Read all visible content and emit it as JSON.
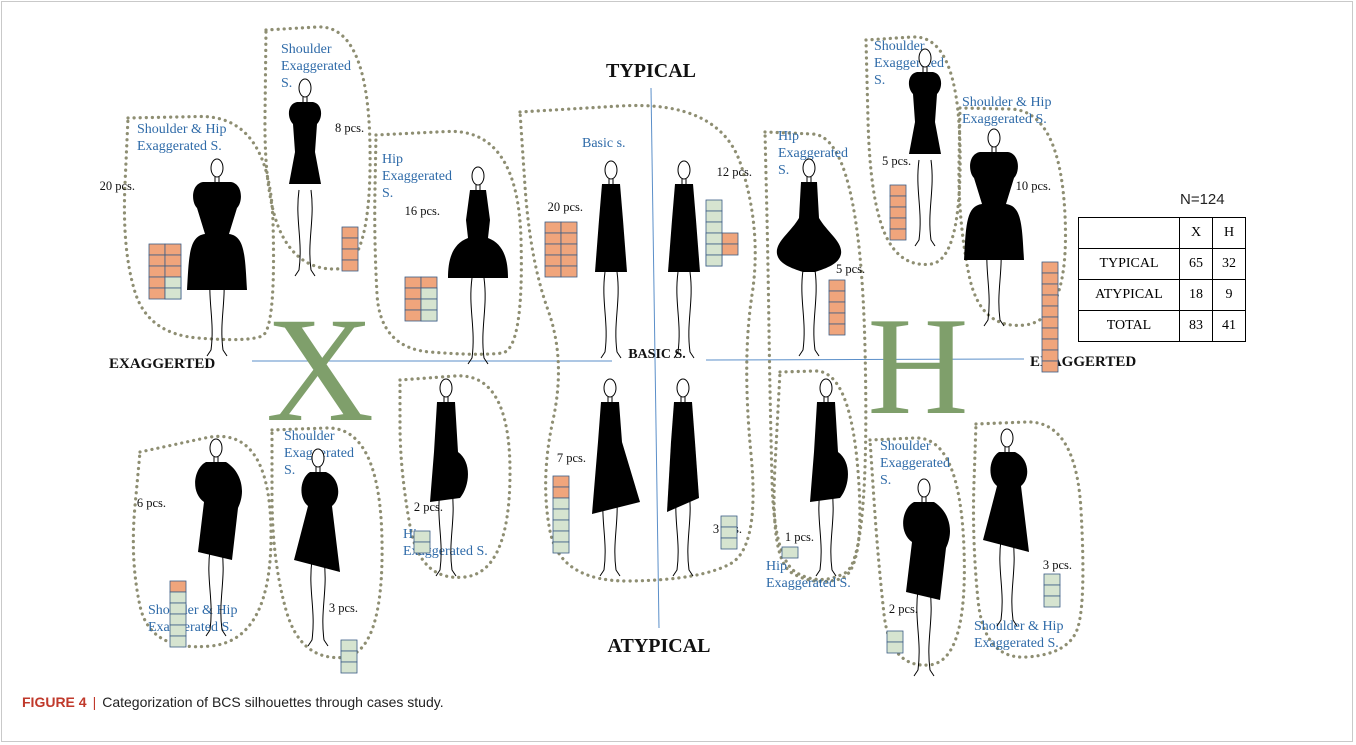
{
  "figure": {
    "label": "FIGURE 4",
    "separator": "|",
    "caption": "Categorization of BCS silhouettes through cases study."
  },
  "axes": {
    "top": "TYPICAL",
    "bottom": "ATYPICAL",
    "left": "EXAGGERTED",
    "right": "EXAGGERTED",
    "center": "BASIC S.",
    "left_letter": "X",
    "right_letter": "H"
  },
  "groups": [
    {
      "id": "g1",
      "label_lines": [
        "Shoulder & Hip",
        "Exaggerated S."
      ],
      "count_label": "20 pcs."
    },
    {
      "id": "g2",
      "label_lines": [
        "Shoulder",
        "Exaggerated",
        "S."
      ],
      "count_label": "8 pcs."
    },
    {
      "id": "g3",
      "label_lines": [
        "Hip",
        "Exaggerated",
        "S."
      ],
      "count_label": "16 pcs."
    },
    {
      "id": "g4",
      "label_lines": [
        "Basic s."
      ],
      "count_label": "20 pcs."
    },
    {
      "id": "g5",
      "label_lines": [],
      "count_label": "12 pcs."
    },
    {
      "id": "g6",
      "label_lines": [
        "Hip",
        "Exaggerated",
        "S."
      ],
      "count_label": "5 pcs."
    },
    {
      "id": "g7",
      "label_lines": [
        "Shoulder",
        "Exaggerated",
        "S."
      ],
      "count_label": "5 pcs."
    },
    {
      "id": "g8",
      "label_lines": [
        "Shoulder & Hip",
        "Exaggerated S."
      ],
      "count_label": "10 pcs."
    },
    {
      "id": "g9",
      "label_lines": [
        "Shoulder & Hip",
        "Exaggerated S."
      ],
      "count_label": "6 pcs."
    },
    {
      "id": "g10",
      "label_lines": [
        "Shoulder",
        "Exaggerated",
        "S."
      ],
      "count_label": "3 pcs."
    },
    {
      "id": "g11",
      "label_lines": [
        "Hip",
        "Exaggerated S."
      ],
      "count_label": "2 pcs."
    },
    {
      "id": "g12",
      "label_lines": [],
      "count_label": "7 pcs."
    },
    {
      "id": "g13",
      "label_lines": [],
      "count_label": "3 pcs."
    },
    {
      "id": "g14",
      "label_lines": [
        "Hip",
        "Exaggerated S."
      ],
      "count_label": "1 pcs."
    },
    {
      "id": "g15",
      "label_lines": [
        "Shoulder",
        "Exaggerated",
        "S."
      ],
      "count_label": "2 pcs."
    },
    {
      "id": "g16",
      "label_lines": [
        "Shoulder & Hip",
        "Exaggerated S."
      ],
      "count_label": "3 pcs."
    }
  ],
  "summary_table": {
    "n_label": "N=124",
    "header": [
      "",
      "X",
      "H"
    ],
    "rows": [
      [
        "TYPICAL",
        "65",
        "32"
      ],
      [
        "ATYPICAL",
        "18",
        "9"
      ],
      [
        "TOTAL",
        "83",
        "41"
      ]
    ]
  },
  "colors": {
    "axis_line": "#5b8fc9",
    "letter_green": "#7f9f6b",
    "label_blue": "#2e6aa8",
    "orange_cell": "#f0a57c",
    "green_cell": "#d6e4d0",
    "cell_border": "#3b5c86",
    "dotted_outline": "#8e8e72"
  }
}
